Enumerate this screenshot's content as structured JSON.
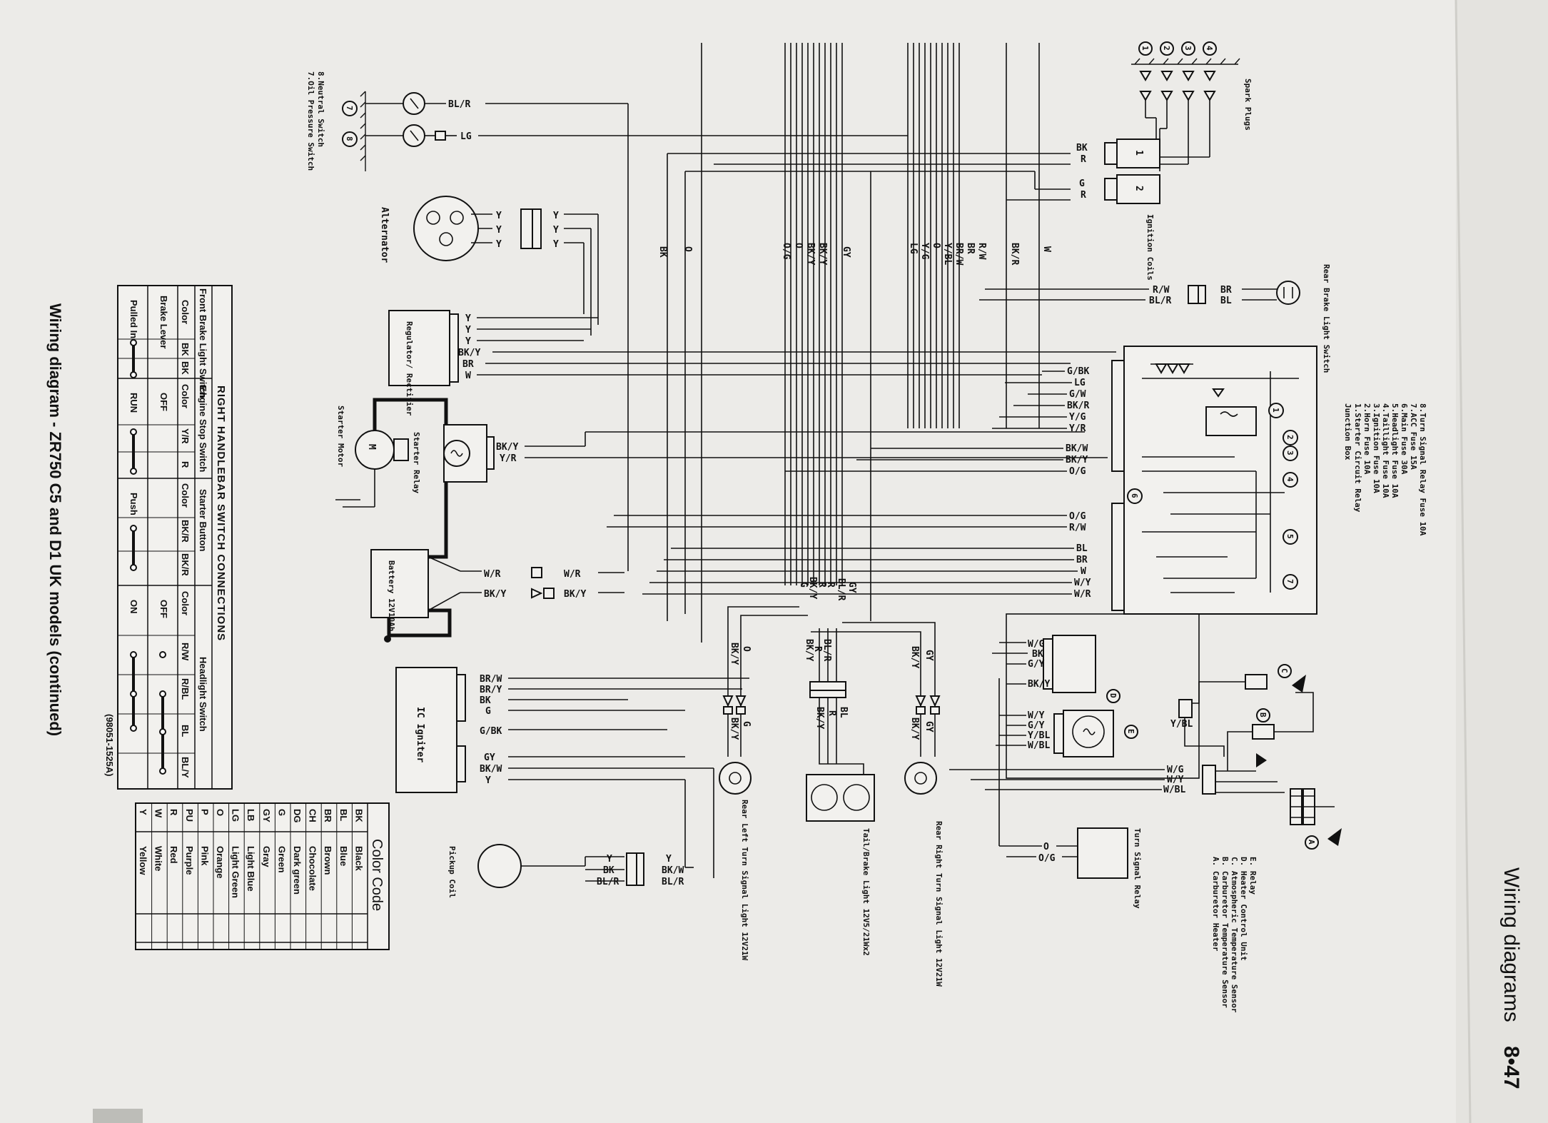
{
  "header": {
    "page_title": "Wiring diagrams",
    "page_number": "8•47",
    "caption": "Wiring diagram - ZR750 C5 and D1 UK models (continued)"
  },
  "components": {
    "spark_plugs": "Spark Plugs",
    "ignition_coils": "Ignition Coils",
    "coil_1": "1",
    "coil_2": "2",
    "rear_brake_switch": "Rear Brake Light Switch",
    "oil_pressure_switch": "7.Oil Pressure Switch",
    "neutral_switch": "8.Neutral Switch",
    "alternator": "Alternator",
    "regulator": "Regulator/ Rectifier",
    "starter_relay": "Starter Relay",
    "starter_motor": "Starter Motor",
    "battery": "Battery 12V10Ah",
    "ic_igniter": "IC Igniter",
    "pickup_coil": "Pickup Coil",
    "rear_left_turn": "Rear Left Turn Signal Light 12V21W",
    "tail_brake": "Tail/Brake Light 12V5/21Wx2",
    "rear_right_turn": "Rear Right Turn Signal Light 12V21W",
    "turn_signal_relay": "Turn Signal Relay",
    "motor_symbol": "M"
  },
  "junction_box": {
    "title": "Junction Box",
    "items": [
      "1.Starter Circuit Relay",
      "2.Horn Fuse 10A",
      "3.Ignition Fuse 10A",
      "4.Taillight Fuse 10A",
      "5.Headlight Fuse 10A",
      "6.Main Fuse 30A",
      "7.ACC Fuse 15A",
      "8.Turn Signal Relay Fuse 10A"
    ]
  },
  "legend_letters": {
    "items": [
      "A. Carburetor Heater",
      "B. Carburetor Temperature Sensor",
      "C. Atmospheric Temperature Sensor",
      "D. Heater Control Unit",
      "E. Relay"
    ]
  },
  "markers": {
    "plug_numbers": [
      "1",
      "2",
      "3",
      "4"
    ],
    "oil": "7",
    "neutral": "8",
    "jb": [
      "1",
      "2",
      "3",
      "4",
      "5",
      "6",
      "7"
    ],
    "letters": [
      "A",
      "B",
      "C",
      "D",
      "E"
    ]
  },
  "wire_labels": {
    "top": [
      "BK",
      "O",
      "GY",
      "O/G",
      "O",
      "BK/Y",
      "BK/Y",
      "LG",
      "Y/G",
      "O",
      "Y/BL",
      "BR/W",
      "BR",
      "R/W",
      "BK/R",
      "W"
    ],
    "coil": [
      "BK",
      "R",
      "G",
      "R"
    ],
    "brake_switch": [
      "R/W",
      "BL/R",
      "BR",
      "BL"
    ],
    "sensors": [
      "BL/R",
      "LG"
    ],
    "alternator_left": [
      "Y",
      "Y",
      "Y"
    ],
    "alternator_right": [
      "Y",
      "Y",
      "Y"
    ],
    "regulator": [
      "Y",
      "Y",
      "Y",
      "BK/Y",
      "BR",
      "W"
    ],
    "starter": [
      "BK/Y",
      "Y/R"
    ],
    "battery": [
      "W/R",
      "W/R",
      "BK/Y",
      "BK/Y"
    ],
    "igniter": [
      "BR/W",
      "BR/Y",
      "BK",
      "G",
      "G/BK",
      "GY",
      "BK/W",
      "Y"
    ],
    "pickup": [
      "Y",
      "BK",
      "BL/R",
      "Y",
      "BK/W",
      "BL/R"
    ],
    "jb_left": [
      "G/BK",
      "LG",
      "G/W",
      "BK/R",
      "Y/G",
      "Y/R",
      "BK/W",
      "BK/Y",
      "O/G",
      "O/G",
      "R/W",
      "BL",
      "BR",
      "W",
      "W/Y",
      "W/R"
    ],
    "mid_bundle": [
      "GY",
      "BL/R",
      "R",
      "R",
      "BK/Y",
      "G"
    ],
    "left_turn": [
      "BK/Y",
      "O",
      "BK/Y",
      "G"
    ],
    "tail": [
      "BL/R",
      "R",
      "BK/Y",
      "BL",
      "R",
      "BK/Y"
    ],
    "right_turn": [
      "GY",
      "BK/Y",
      "GY",
      "BK/Y"
    ],
    "heater": [
      "W/G",
      "BK",
      "G/Y",
      "BK/Y",
      "W/Y",
      "G/Y",
      "Y/BL",
      "W/BL",
      "Y/BL",
      "W/G",
      "W/Y",
      "W/BL"
    ],
    "relay": [
      "O",
      "O/G"
    ]
  },
  "switch_table": {
    "title": "RIGHT HANDLEBAR SWITCH CONNECTIONS",
    "groups": [
      "Front Brake Light Switch",
      "Engine Stop Switch",
      "Starter Button",
      "Headlight Switch"
    ],
    "color_label": "Color",
    "row_labels": [
      "Brake Lever",
      "Pulled In"
    ],
    "front_brake_cols": [
      "BK",
      "BK"
    ],
    "engine_stop_cols": [
      "Y/R",
      "R"
    ],
    "engine_stop_states": [
      "OFF",
      "RUN"
    ],
    "starter_cols": [
      "BK/R",
      "BK/R"
    ],
    "starter_states": [
      "Push"
    ],
    "headlight_cols": [
      "R/W",
      "R/BL",
      "BL",
      "BL/Y"
    ],
    "headlight_states": [
      "OFF",
      "ON"
    ],
    "ref_code": "(98051-1525A)"
  },
  "color_code": {
    "title": "Color Code",
    "entries": [
      [
        "BK",
        "Black"
      ],
      [
        "BL",
        "Blue"
      ],
      [
        "BR",
        "Brown"
      ],
      [
        "CH",
        "Chocolate"
      ],
      [
        "DG",
        "Dark green"
      ],
      [
        "G",
        "Green"
      ],
      [
        "GY",
        "Gray"
      ],
      [
        "LB",
        "Light Blue"
      ],
      [
        "LG",
        "Light Green"
      ],
      [
        "O",
        "Orange"
      ],
      [
        "P",
        "Pink"
      ],
      [
        "PU",
        "Purple"
      ],
      [
        "R",
        "Red"
      ],
      [
        "W",
        "White"
      ],
      [
        "Y",
        "Yellow"
      ]
    ]
  },
  "colors": {
    "ink": "#111111",
    "paper": "#ecebe8",
    "footer": "#bdbdb8"
  }
}
